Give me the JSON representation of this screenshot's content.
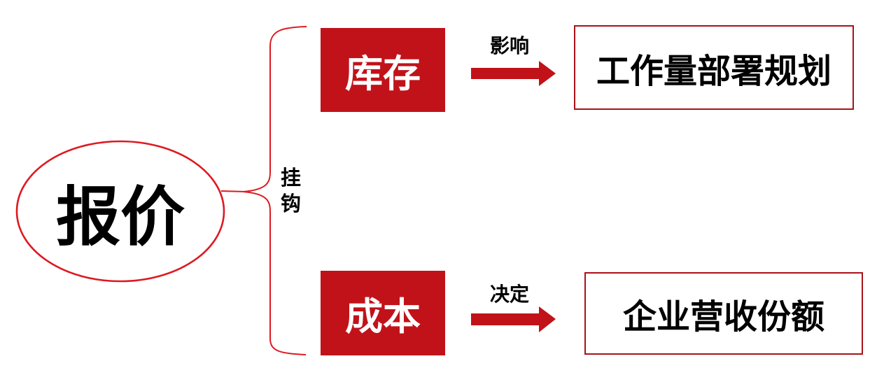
{
  "colors": {
    "box_red": "#C1121A",
    "outline_red": "#DD1A21",
    "border_red": "#A9121A",
    "text_black": "#000000",
    "text_white": "#FFFFFF"
  },
  "root": {
    "label": "报价"
  },
  "brace": {
    "label": "挂\n钩"
  },
  "branches": [
    {
      "node_label": "库存",
      "arrow_label": "影响",
      "outcome_label": "工作量部署规划"
    },
    {
      "node_label": "成本",
      "arrow_label": "决定",
      "outcome_label": "企业营收份额"
    }
  ]
}
